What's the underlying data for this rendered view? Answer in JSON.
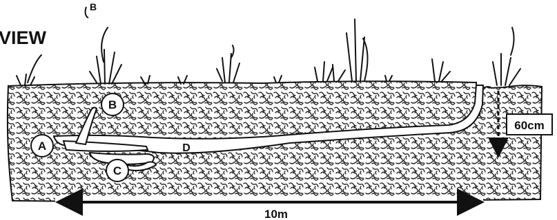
{
  "heading": "VIEW",
  "top_fragment": "B",
  "markers": {
    "a": "A",
    "b": "B",
    "c": "C",
    "d": "D"
  },
  "dimensions": {
    "depth": "60cm",
    "length": "10m"
  }
}
